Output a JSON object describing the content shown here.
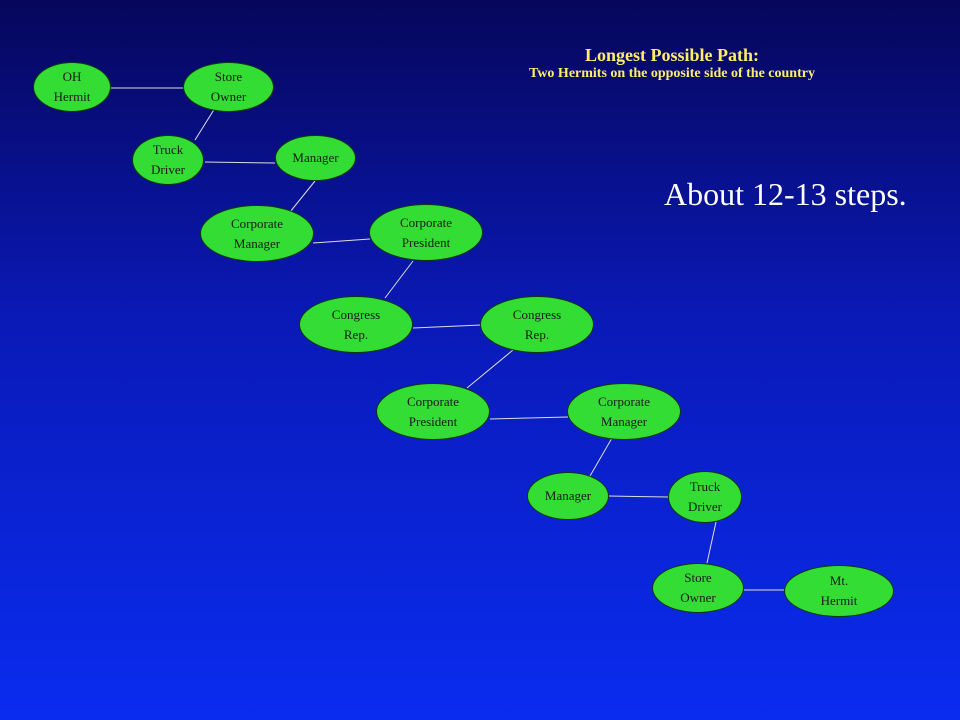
{
  "header": {
    "title": "Longest Possible Path:",
    "subtitle": "Two Hermits on the opposite side of the country"
  },
  "callout": "About 12-13 steps.",
  "nodes": [
    "OH\nHermit",
    "Store\nOwner",
    "Truck\nDriver",
    "Manager",
    "Corporate\nManager",
    "Corporate\nPresident",
    "Congress\nRep.",
    "Congress\nRep.",
    "Corporate\nPresident",
    "Corporate\nManager",
    "Manager",
    "Truck\nDriver",
    "Store\nOwner",
    "Mt.\nHermit"
  ],
  "colors": {
    "node_fill": "#33dd33",
    "title_text": "#ffee66",
    "callout_text": "#ffffff",
    "edge": "#dddddd"
  }
}
